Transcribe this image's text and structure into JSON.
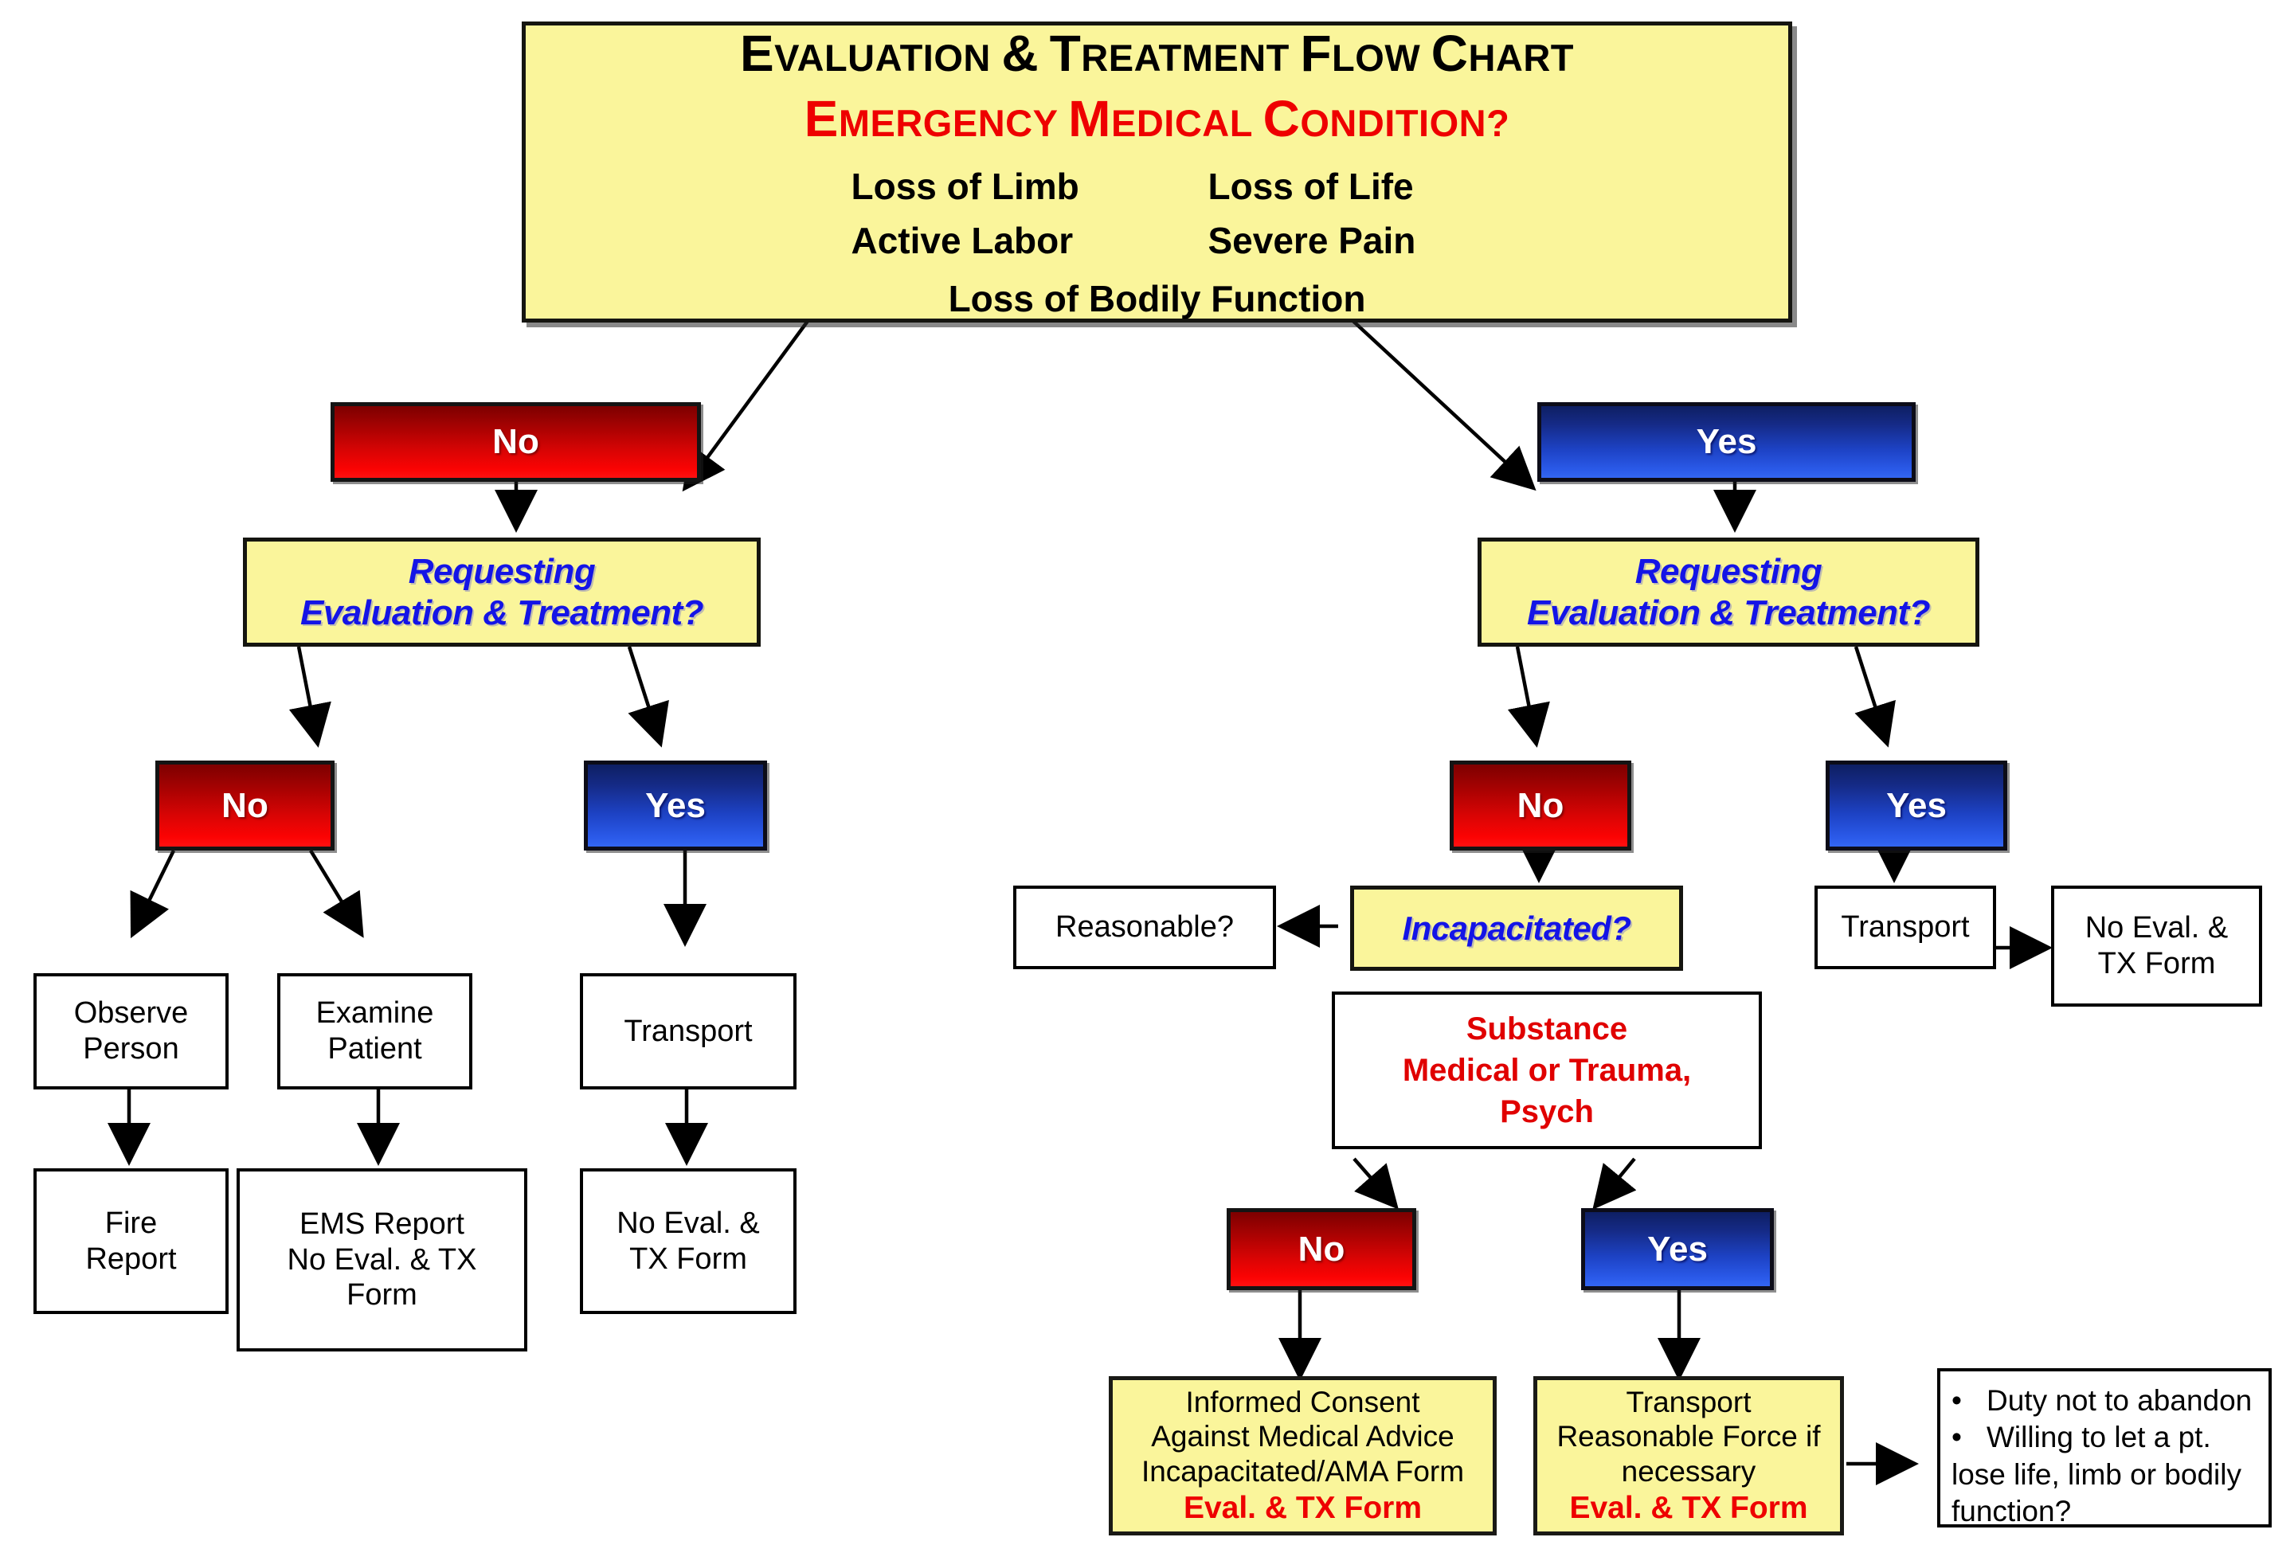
{
  "title_box": {
    "heading": {
      "full": "EVALUATION & TREATMENT FLOW CHART",
      "p1": "E",
      "p2": "VALUATION ",
      "p3": "&",
      " p4": " ",
      "p5": "T",
      "p6": "REATMENT ",
      "p7": "F",
      "p8": "LOW ",
      "p9": "C",
      "p10": "HART"
    },
    "subheading": {
      "full": "EMERGENCY MEDICAL CONDITION?",
      "p1": "E",
      "p2": "MERGENCY ",
      "p3": "M",
      "p4": "EDICAL ",
      "p5": "C",
      "p6": "ONDITION?"
    },
    "criteria_left": [
      "Loss of Limb",
      "Active Labor"
    ],
    "criteria_right": [
      "Loss of Life",
      "Severe Pain"
    ],
    "criteria_last": "Loss of Bodily Function"
  },
  "labels": {
    "no": "No",
    "yes": "Yes"
  },
  "left_branch": {
    "answer": "No",
    "decision": {
      "line1": "Requesting",
      "line2": "Evaluation & Treatment?"
    },
    "no_answer": "No",
    "yes_answer": "Yes",
    "observe": {
      "line1": "Observe",
      "line2": "Person"
    },
    "examine": {
      "line1": "Examine",
      "line2": "Patient"
    },
    "transport": "Transport",
    "fire_report": {
      "line1": "Fire",
      "line2": "Report"
    },
    "ems_report": {
      "line1": "EMS Report",
      "line2": "No Eval. & TX",
      "line3": "Form"
    },
    "no_eval_form": {
      "line1": "No Eval. &",
      "line2": "TX Form"
    }
  },
  "right_branch": {
    "answer": "Yes",
    "decision": {
      "line1": "Requesting",
      "line2": "Evaluation & Treatment?"
    },
    "no_answer": "No",
    "yes_answer": "Yes",
    "reasonable": "Reasonable?",
    "incapacitated": "Incapacitated?",
    "transport": "Transport",
    "no_eval_form": {
      "line1": "No Eval. &",
      "line2": "TX Form"
    },
    "substance": {
      "line1": "Substance",
      "line2": "Medical or Trauma,",
      "line3": "Psych"
    },
    "sub_no_answer": "No",
    "sub_yes_answer": "Yes",
    "informed_consent": {
      "line1": "Informed Consent",
      "line2": "Against Medical Advice",
      "line3": "Incapacitated/AMA Form",
      "line4": "Eval. & TX Form"
    },
    "transport_force": {
      "line1": "Transport",
      "line2": "Reasonable Force if",
      "line3": "necessary",
      "line4": "Eval. & TX Form"
    },
    "note": {
      "bullet1": "Duty not to abandon",
      "bullet2": "Willing to let a pt.",
      "bullet2_cont1": "lose life, limb or bodily",
      "bullet2_cont2": "function?",
      "bullet_glyph": "•"
    }
  },
  "colors": {
    "yellow": "#FAF59B",
    "red_text": "#EE0000",
    "blue_text": "#1414E6",
    "red_box_top": "#7d0000",
    "red_box_bottom": "#ff1111",
    "blue_box_top": "#0e1f63",
    "blue_box_bottom": "#3366f2",
    "outline": "#000000"
  }
}
